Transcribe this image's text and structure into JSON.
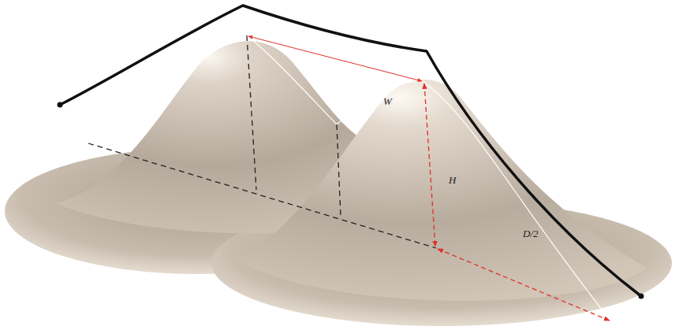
{
  "diagram": {
    "labels": [
      "W",
      "H",
      "D/2"
    ]
  }
}
